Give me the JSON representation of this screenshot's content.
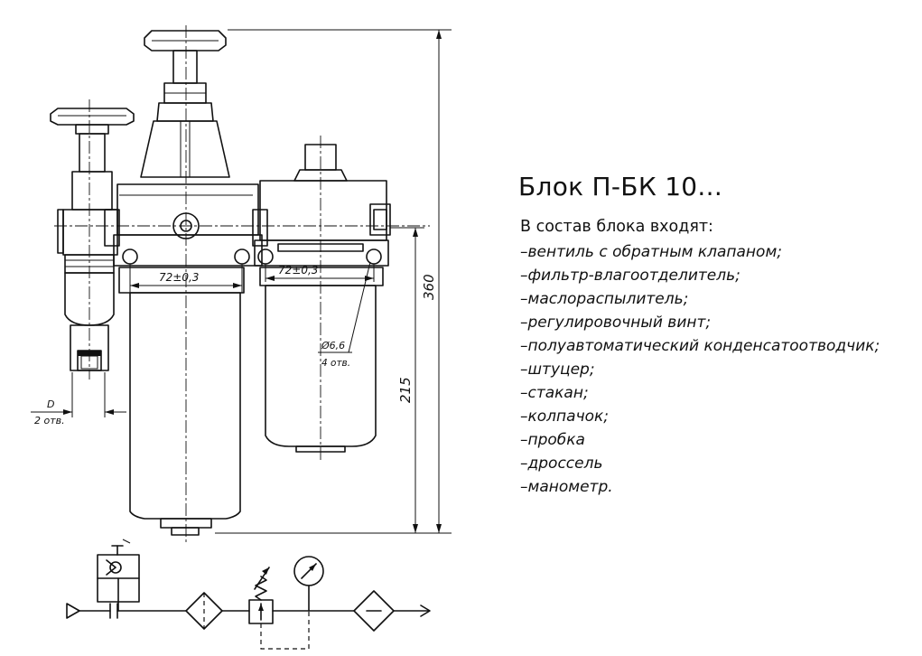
{
  "block": {
    "title": "Блок П-БК 10...",
    "subtitle": "В состав блока входят:",
    "dash": "–",
    "components": [
      "вентиль с обратным клапаном;",
      "фильтр-влагоотделитель;",
      "маслораспылитель;",
      "регулировочный винт;",
      "полуавтоматический конденсатоотводчик;",
      "штуцер;",
      "стакан;",
      "колпачок;",
      "пробка",
      "дроссель",
      "манометр."
    ]
  },
  "dimensions": {
    "overall_height": "360",
    "lubricator_height": "215",
    "mount_spacing_left": "72±0,3",
    "mount_spacing_right": "72±0,3",
    "hole_diameter": "Ø6,6",
    "hole_count": "4 отв.",
    "port_size": "D",
    "port_count": "2 отв."
  },
  "icons": {
    "handwheel": "handwheel-icon",
    "gauge": "pressure-gauge-icon",
    "filter": "filter-symbol-icon",
    "check_valve": "check-valve-symbol-icon"
  }
}
